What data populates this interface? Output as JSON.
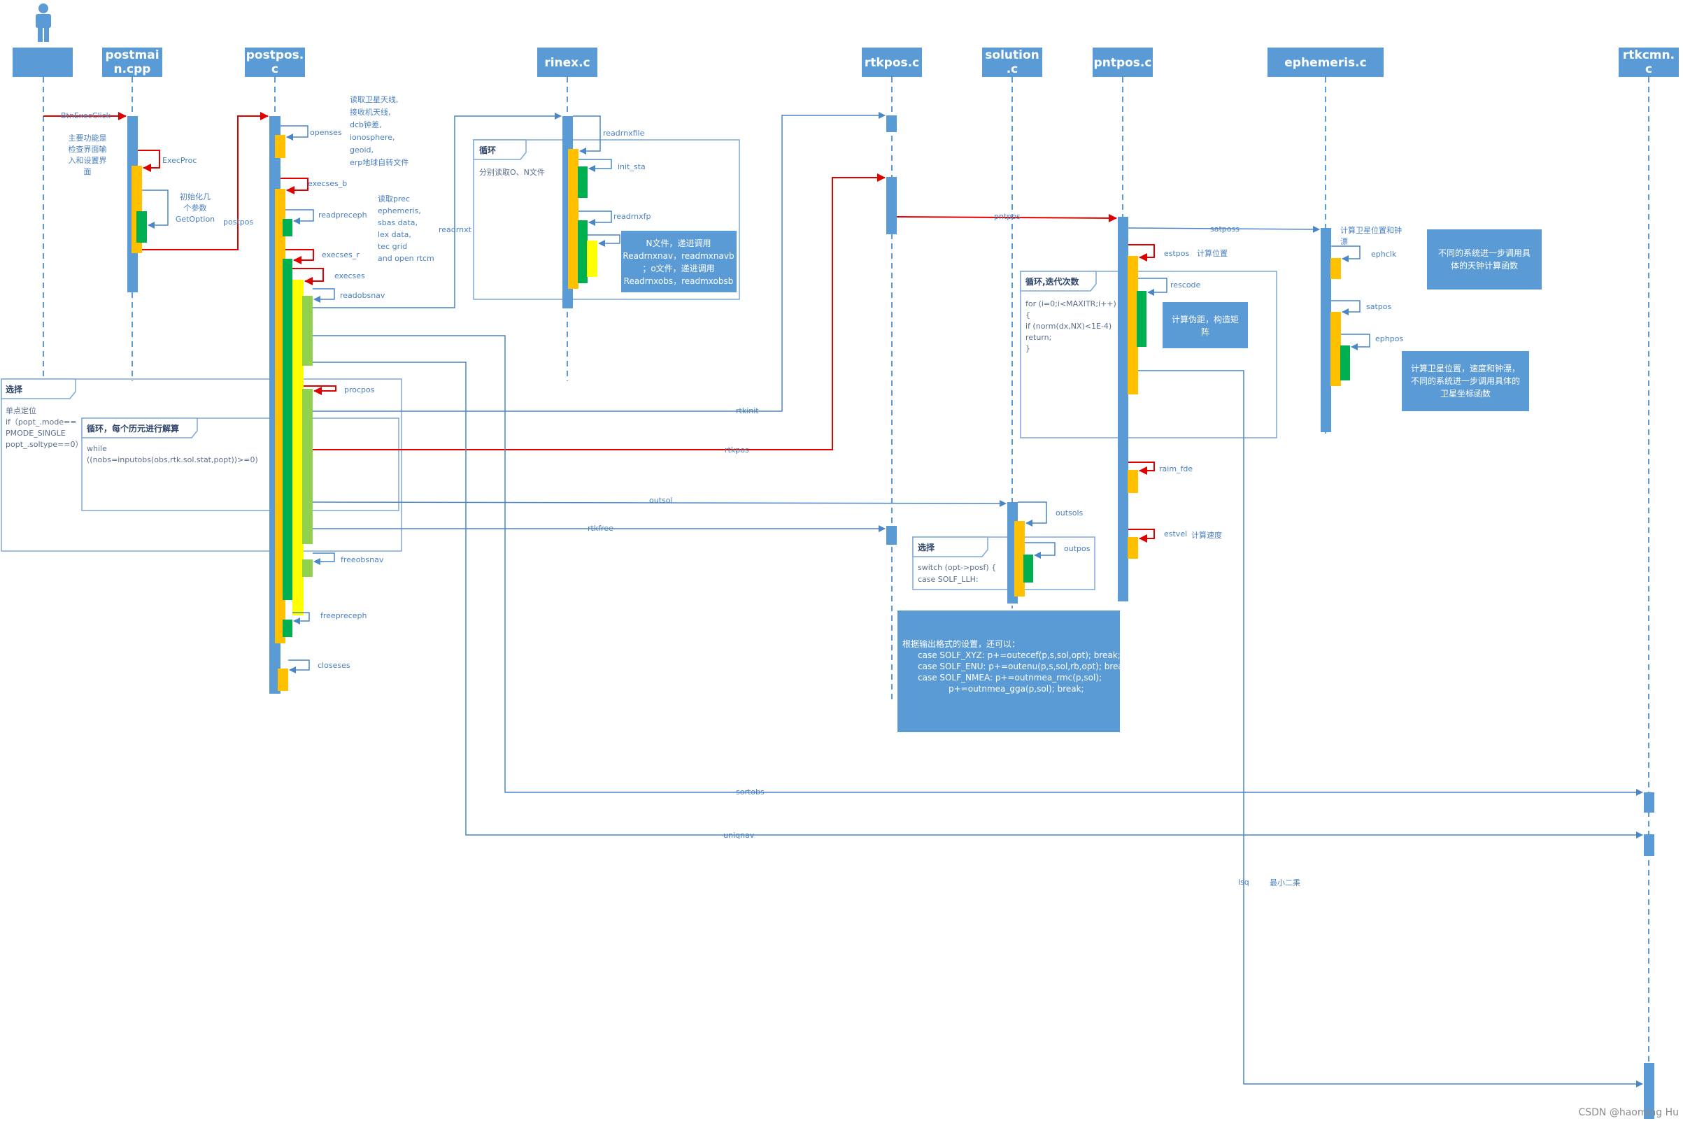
{
  "lifelines": [
    {
      "id": "user",
      "label": ""
    },
    {
      "id": "postmain",
      "label": "postmai|n.cpp"
    },
    {
      "id": "postpos",
      "label": "postpos.|c"
    },
    {
      "id": "rinex",
      "label": "rinex.c"
    },
    {
      "id": "rtkpos",
      "label": "rtkpos.c"
    },
    {
      "id": "solution",
      "label": "solution|.c"
    },
    {
      "id": "pntpos",
      "label": "pntpos.c"
    },
    {
      "id": "ephemeris",
      "label": "ephemeris.c"
    },
    {
      "id": "rtkcmn",
      "label": "rtkcmn.|c"
    }
  ],
  "messages": {
    "btnexec": "BtnExecClick",
    "execproc": "ExecProc",
    "postpos": "postpos",
    "openses": "openses",
    "execses_b": "execses_b",
    "readpreceph": "readpreceph",
    "execses_r": "execses_r",
    "execses": "execses",
    "readobsnav": "readobsnav",
    "procpos": "procpos",
    "freeobsnav": "freeobsnav",
    "freepreceph": "freepreceph",
    "closeses": "closeses",
    "readrnxt": "readrnxt",
    "readrnxfile": "readrnxfile",
    "init_sta": "init_sta",
    "readrnxfp": "readrnxfp",
    "rtkinit": "rtkinit",
    "rtkpos": "rtkpos",
    "outsol": "outsol",
    "rtkfree": "rtkfree",
    "pntpos": "pntpos",
    "satposs": "satposs",
    "estpos": "estpos",
    "rescode": "rescode",
    "raim_fde": "raim_fde",
    "estvel": "estvel",
    "outsols": "outsols",
    "outpos": "outpos",
    "ephclk": "ephclk",
    "satpos": "satpos",
    "ephpos": "ephpos",
    "sortobs": "sortobs",
    "uniqnav": "uniqnav",
    "lsq": "lsq"
  },
  "notes": {
    "postmain_main": "主要功能是|检查界面输|入和设置界|面",
    "postmain_init": "初始化几|个参数|GetOption",
    "postpos_read": "读取卫星天线,|接收机天线,|dcb钟差,|ionosphere,|geoid,|erp地球自转文件",
    "postpos_prec": "读取prec|ephemeris,|sbas data,|lex data,|tec grid|and open rtcm",
    "estpos_note": "计算位置",
    "estvel_note": "计算速度",
    "ephemeris_note": "计算卫星位置和钟|漂",
    "lsq_note": "最小二乘"
  },
  "frames": {
    "rinex_loop_title": "循环",
    "rinex_loop_text": "分别读取O、N文件",
    "select_title": "选择",
    "select_text": "单点定位|if（popt_.mode==|PMODE_SINGLE||||popt_.soltype==0）",
    "loop_title": "循环，每个历元进行解算",
    "loop_text": "while|((nobs=inputobs(obs,rtk.sol.stat,popt))>=0)",
    "pnt_loop_title": "循环,迭代次数",
    "pnt_loop_text": "for (i=0;i<MAXITR;i++)|{|if (norm(dx,NX)<1E-4)|return;|}",
    "sol_select_title": "选择",
    "sol_select_text": "switch (opt->posf) {|case SOLF_LLH:"
  },
  "blue_notes": {
    "rinex_files": "N文件，递进调用|Readrnxnav，readmxnavb|；o文件，递进调用|Readrnxobs，readmxobsb",
    "pnt_calc": "计算伪距，构造矩|阵",
    "eph_clock": "不同的系统进一步调用具|体的天钟计算函数",
    "eph_pos": "计算卫星位置，速度和钟漂，|不同的系统进一步调用具体的|卫星坐标函数",
    "sol_formats": "根据输出格式的设置，还可以：|case SOLF_XYZ:  p+=outecef(p,s,sol,opt);   break;|case SOLF_ENU:  p+=outenu(p,s,sol,rb,opt); break;|case SOLF_NMEA:  p+=outnmea_rmc(p,sol);|p+=outnmea_gga(p,sol); break;"
  },
  "watermark": "CSDN @haoming Hu",
  "colors": {
    "header": "#5b9bd5",
    "activation": "#5b9bd5",
    "orange": "#ffc000",
    "green": "#00b050",
    "lightgreen": "#92d050",
    "yellow": "#ffff00",
    "red_arrow": "#e00000",
    "blue_line": "#4a86c8"
  }
}
